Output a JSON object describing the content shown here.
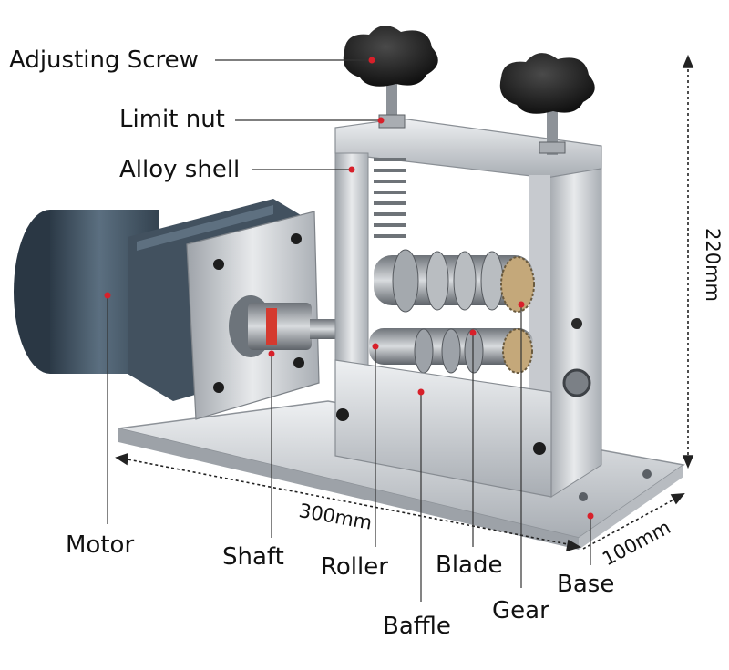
{
  "labels": {
    "adjusting_screw": "Adjusting Screw",
    "limit_nut": "Limit nut",
    "alloy_shell": "Alloy shell",
    "motor": "Motor",
    "shaft": "Shaft",
    "roller": "Roller",
    "blade": "Blade",
    "baffle": "Baffle",
    "gear": "Gear",
    "base": "Base"
  },
  "dimensions": {
    "length": "300mm",
    "width": "100mm",
    "height": "220mm"
  },
  "colors": {
    "leader_dot": "#d8202a",
    "steel": "#c9ccd1",
    "motor_blue": "#3c4e5e",
    "knob": "#1a1a1a"
  }
}
